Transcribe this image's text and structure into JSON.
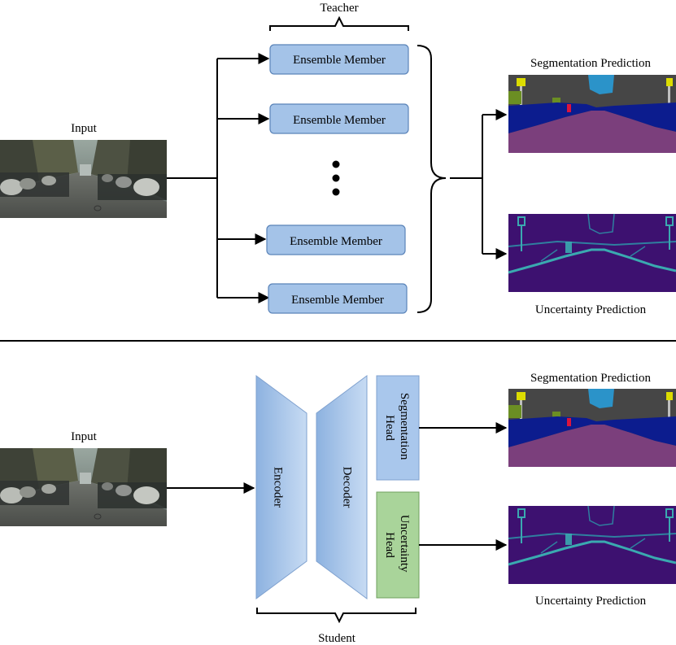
{
  "teacher": {
    "title": "Teacher",
    "input_label": "Input",
    "ensemble_member_label": "Ensemble Member",
    "segmentation_label": "Segmentation Prediction",
    "uncertainty_label": "Uncertainty Prediction"
  },
  "student": {
    "title": "Student",
    "input_label": "Input",
    "encoder_label": "Encoder",
    "decoder_label": "Decoder",
    "segmentation_head_label": "Segmentation Head",
    "segmentation_head_lines": [
      "Segmentation",
      "Head"
    ],
    "uncertainty_head_label": "Uncertainty Head",
    "uncertainty_head_lines": [
      "Uncertainty",
      "Head"
    ],
    "segmentation_label": "Segmentation Prediction",
    "uncertainty_label": "Uncertainty Prediction"
  },
  "colors": {
    "ensemble_fill": "#a4c3e8",
    "ensemble_stroke": "#5b84b9",
    "encoder_fill_dark": "#8db2e0",
    "encoder_fill_light": "#c7dbf3",
    "seg_head_fill": "#a9c7ec",
    "unc_head_fill": "#a9d49a",
    "unc_head_stroke": "#6fa05e",
    "seg_sky": "#464646",
    "seg_road": "#7b3f7c",
    "seg_car": "#0c1c8e",
    "seg_veg": "#6b8e23",
    "seg_sign": "#dcdc00",
    "seg_sky_blue": "#2b93c9",
    "seg_person": "#dc143c",
    "unc_bg": "#3d1170",
    "unc_edge": "#3aa9b0"
  }
}
